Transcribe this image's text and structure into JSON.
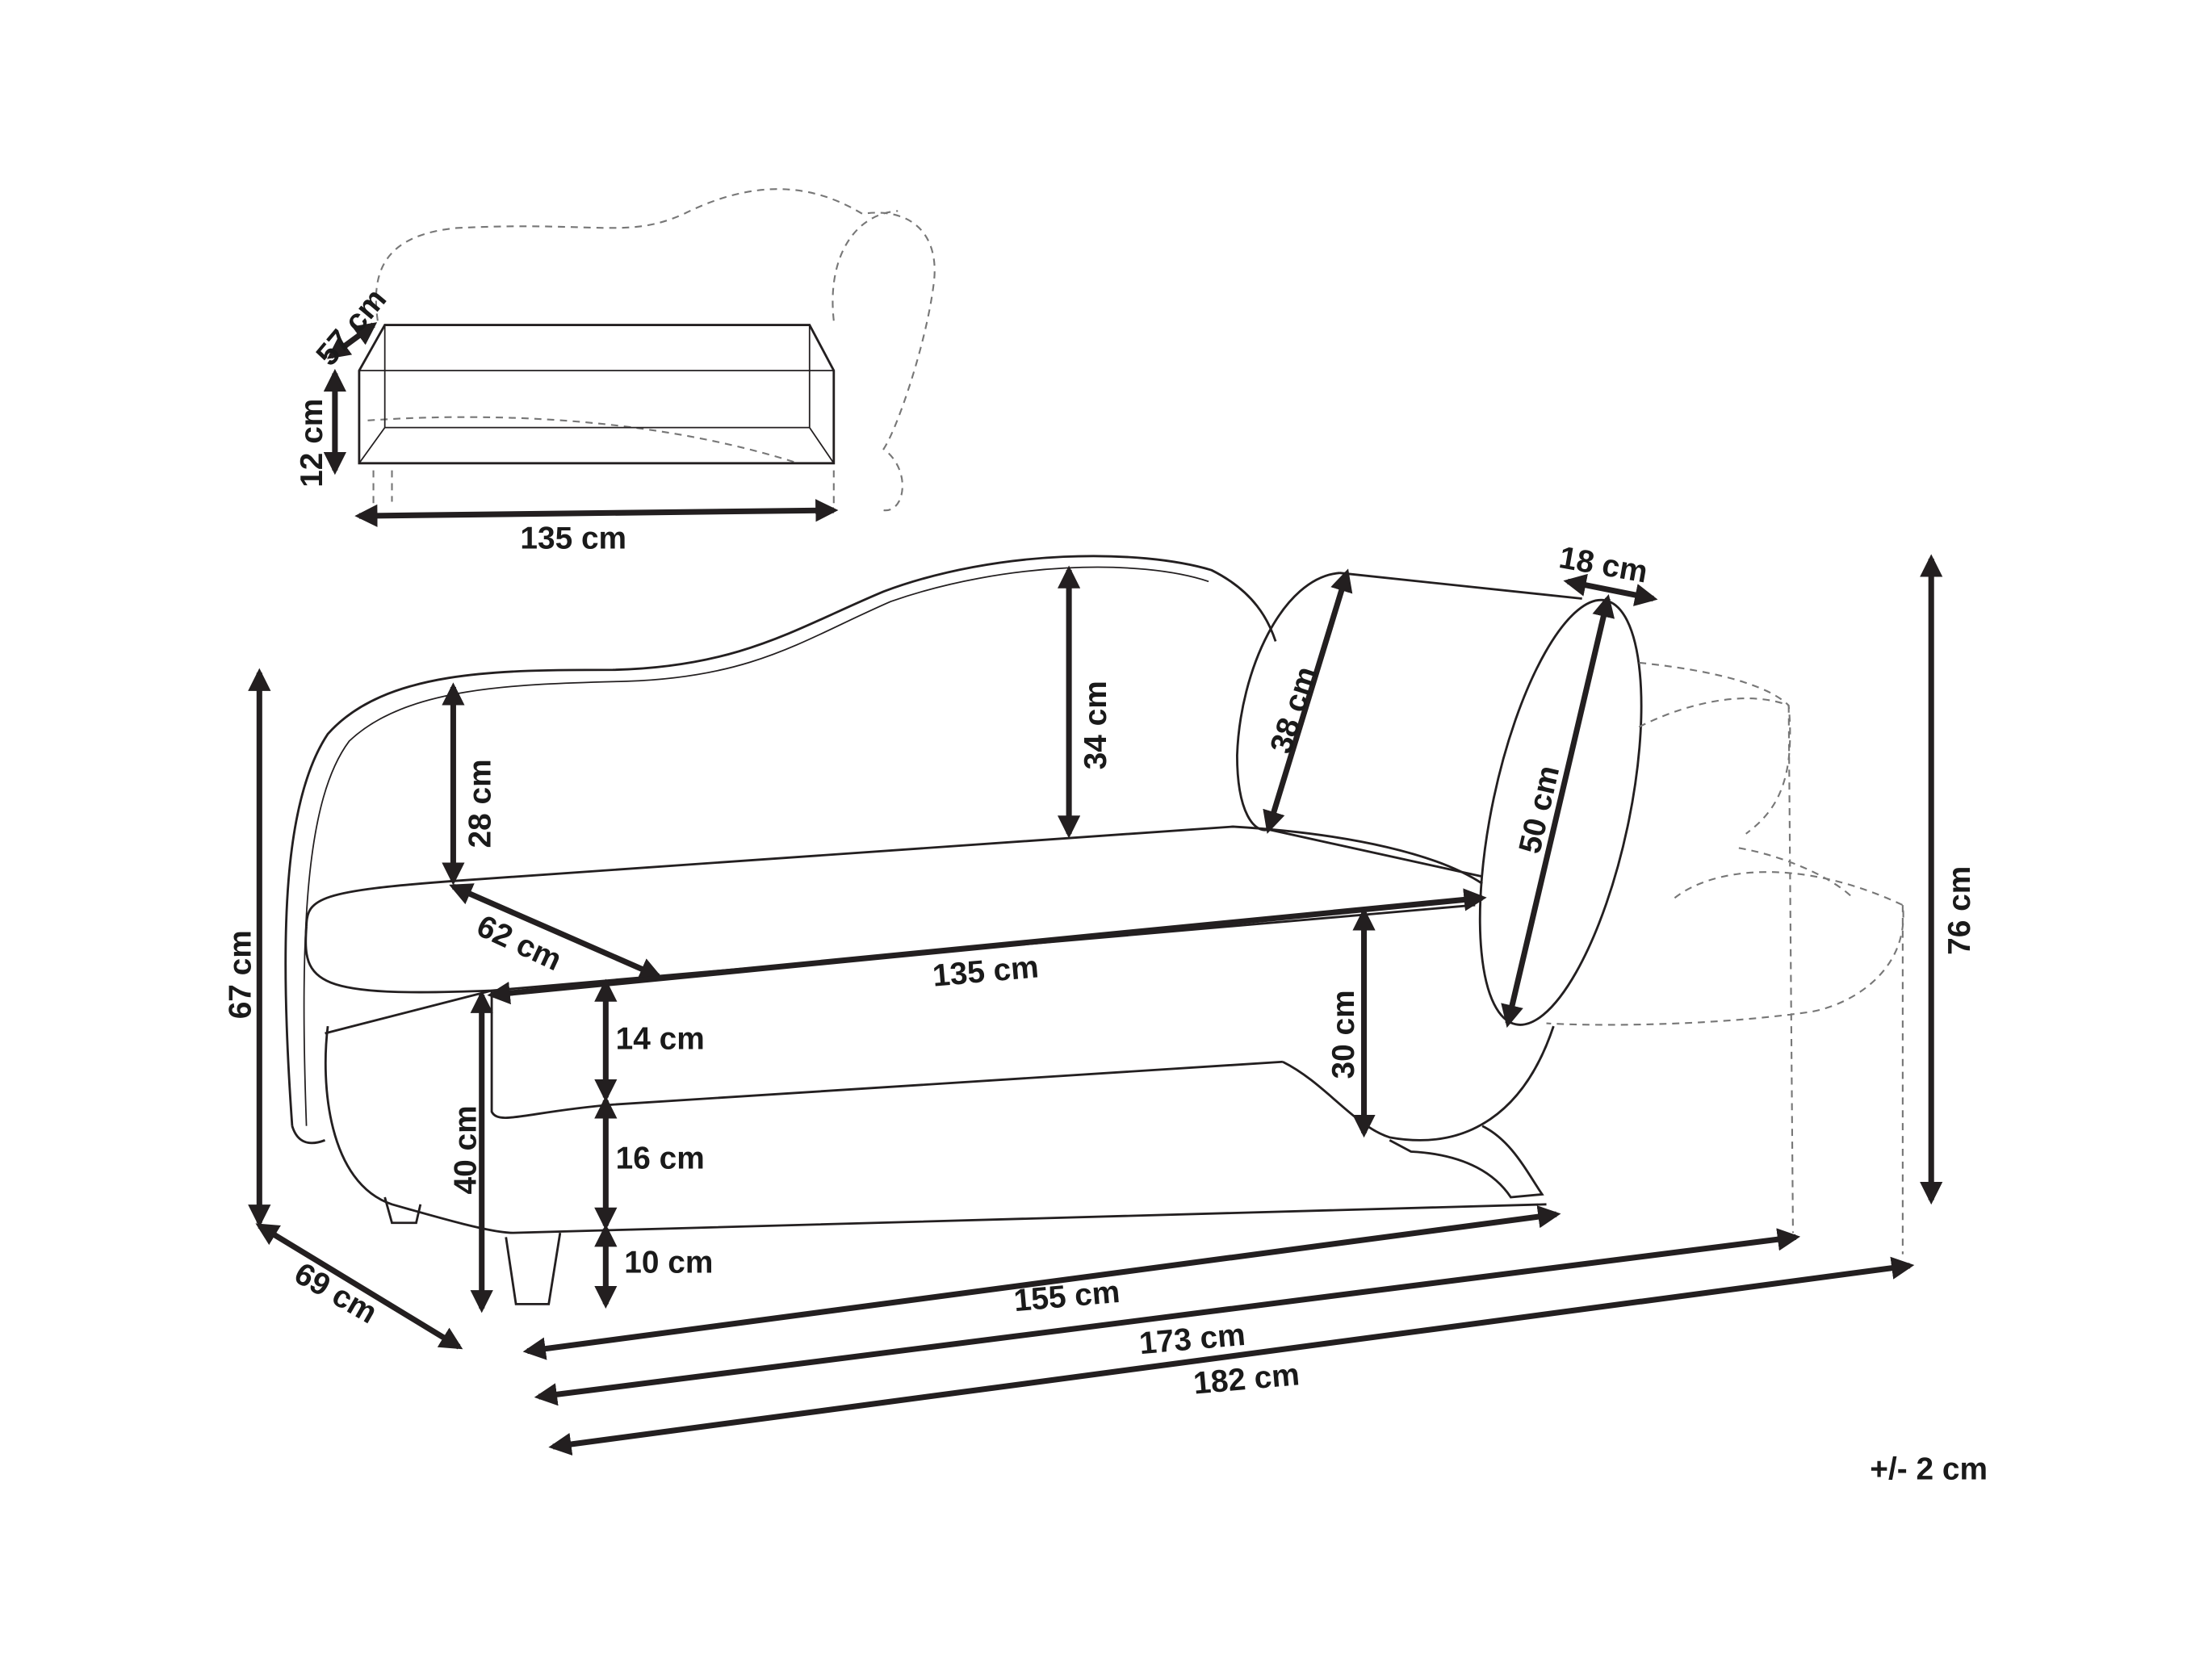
{
  "title": "Chaise longue dimensions",
  "storage_box": {
    "depth": "57 cm",
    "height": "12 cm",
    "width": "135 cm"
  },
  "pillow": {
    "thickness": "18 cm",
    "width": "38 cm",
    "length": "50 cm"
  },
  "backrest_high": "34 cm",
  "backrest_low": "28 cm",
  "seat_depth": "62 cm",
  "seat_width": "135 cm",
  "armrest_height": "30 cm",
  "cushion_height": "14 cm",
  "base_height": "16 cm",
  "leg_height": "10 cm",
  "seat_height": "40 cm",
  "total_height": "67 cm",
  "height_with_pillow": "76 cm",
  "total_depth": "69 cm",
  "length_155": "155 cm",
  "length_173": "173 cm",
  "length_182": "182 cm",
  "tolerance": "+/- 2 cm",
  "colors": {
    "line": "#231f20",
    "dashed": "#777777"
  }
}
